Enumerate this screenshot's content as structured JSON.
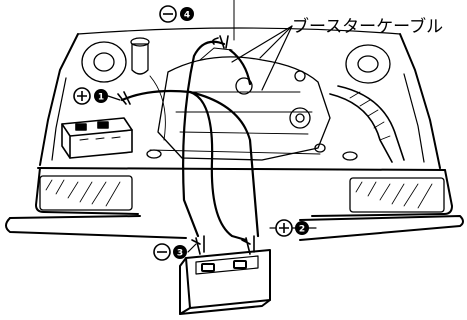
{
  "labels": {
    "callout_text": "ブースターケーブル"
  },
  "markers": [
    {
      "sign": "+",
      "number": "1"
    },
    {
      "sign": "+",
      "number": "2"
    },
    {
      "sign": "−",
      "number": "3"
    },
    {
      "sign": "−",
      "number": "4"
    }
  ]
}
